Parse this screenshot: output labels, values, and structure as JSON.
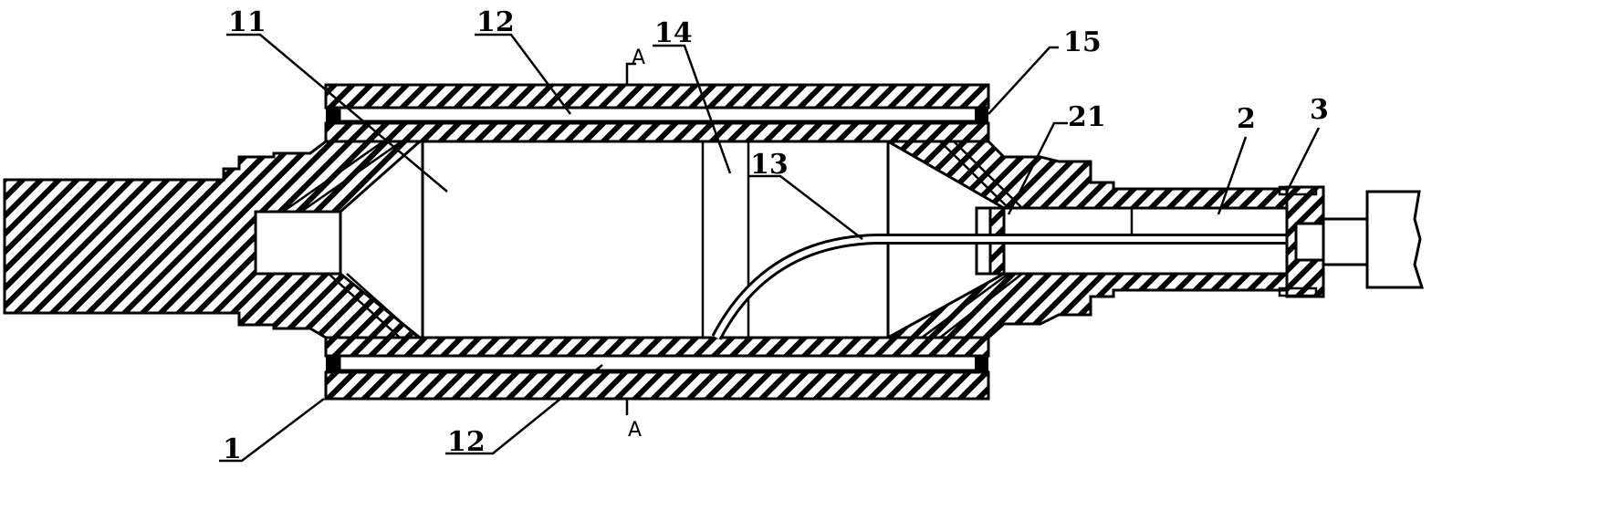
{
  "figure": {
    "labels": {
      "l1": "1",
      "l2": "2",
      "l3": "3",
      "l11": "11",
      "l12_top": "12",
      "l12_bottom": "12",
      "l13": "13",
      "l14": "14",
      "l15": "15",
      "l21": "21"
    },
    "section": {
      "top": "A",
      "bottom": "A"
    }
  }
}
